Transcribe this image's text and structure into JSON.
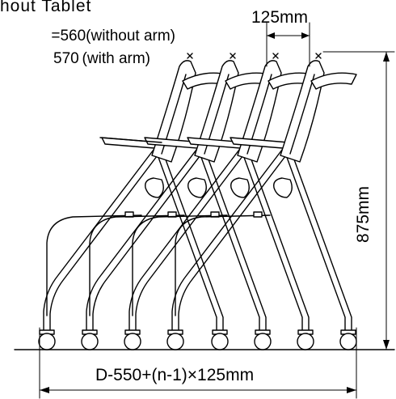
{
  "labels": {
    "title": "hout Tablet",
    "width_without_arm": "=560(without arm)",
    "width_with_arm": "570 (with arm)",
    "stack_gap": "125mm",
    "stack_height": "875mm",
    "stack_depth": "D-550+(n-1)×125mm"
  },
  "drawing": {
    "chair_count": 4,
    "line_color": "#000000",
    "fill_color": "#ffffff"
  }
}
